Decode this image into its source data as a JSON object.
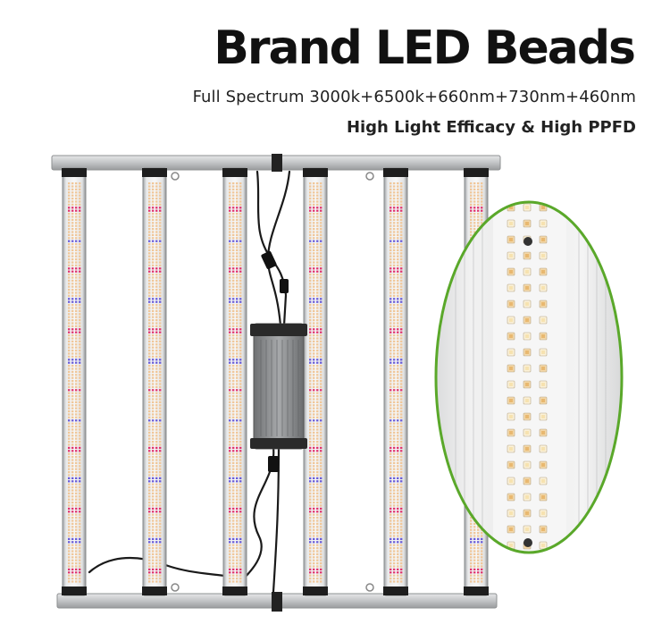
{
  "header": {
    "title": "Brand LED Beads",
    "spectrum": "Full Spectrum 3000k+6500k+660nm+730nm+460nm",
    "efficacy": "High Light Efficacy & High PPFD"
  },
  "product": {
    "bar_count": 6,
    "colors": {
      "frame": "#c9cbcd",
      "warm_led": "#f0c79a",
      "red_led": "#e0336e",
      "blue_led": "#6a5cd8",
      "zoom_outline": "#5aa82a",
      "driver": "#8a8c8e",
      "cable": "#1a1a1a"
    }
  }
}
